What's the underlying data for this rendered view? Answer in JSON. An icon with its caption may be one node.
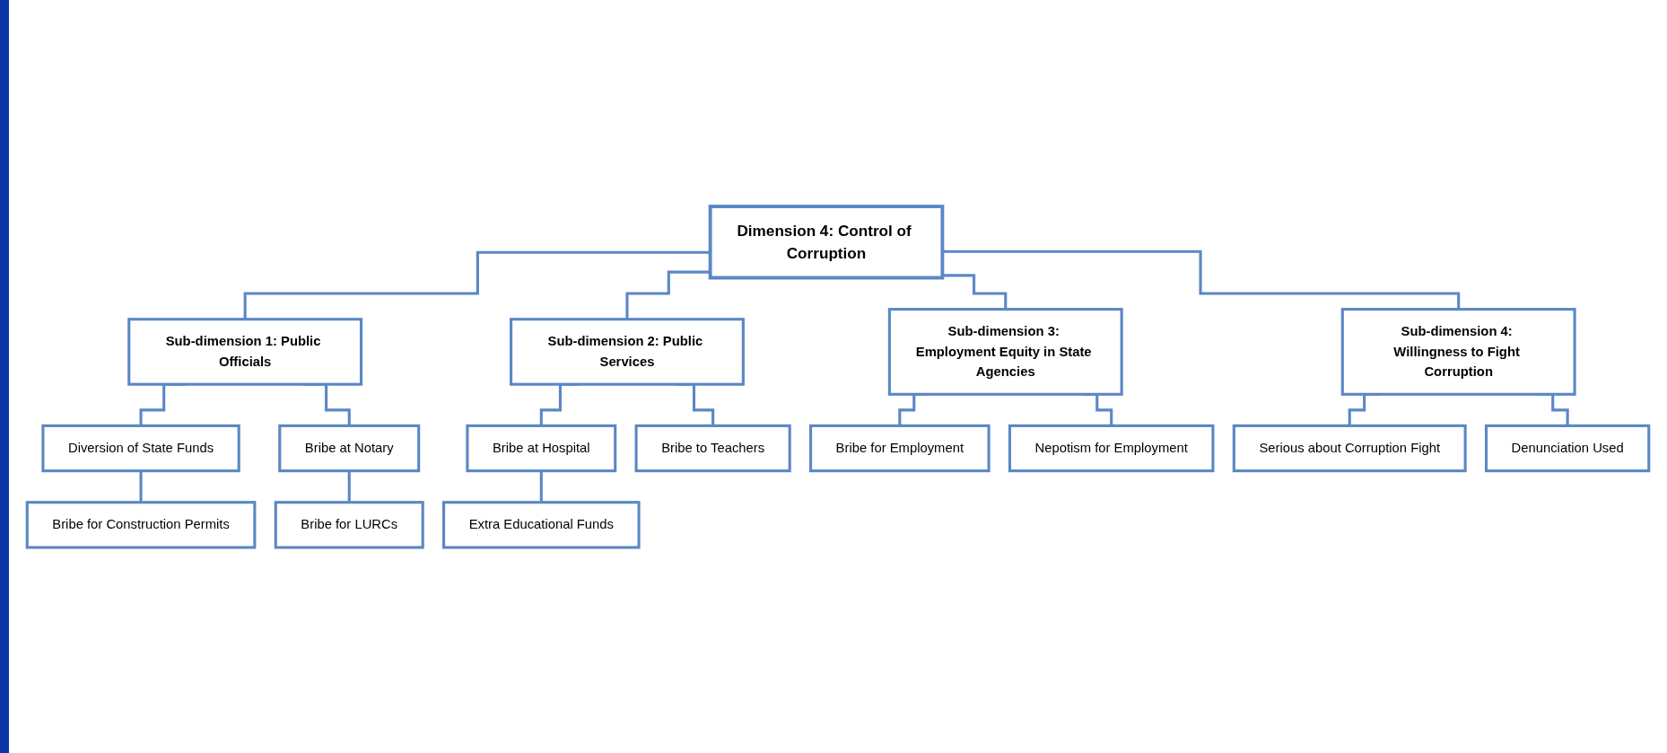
{
  "diagram": {
    "nodes": [
      {
        "text": [
          "Dimension 4: Control of Corruption"
        ]
      },
      {
        "text": [
          "Sub-dimension 1: Public Officials"
        ]
      },
      {
        "text": [
          "Sub-dimension 2: Public Services"
        ]
      },
      {
        "text": [
          "Sub-dimension 3: Employment Equity in State Agencies"
        ]
      },
      {
        "text": [
          "Sub-dimension 4: Willingness to Fight Corruption"
        ]
      },
      {
        "text": [
          "Diversion of State Funds"
        ]
      },
      {
        "text": [
          "Bribe at Notary"
        ]
      },
      {
        "text": [
          "Bribe at Hospital"
        ]
      },
      {
        "text": [
          "Bribe to Teachers"
        ]
      },
      {
        "text": [
          "Bribe for Employment"
        ]
      },
      {
        "text": [
          "Nepotism for Employment"
        ]
      },
      {
        "text": [
          "Serious about Corruption Fight"
        ]
      },
      {
        "text": [
          "Denunciation Used"
        ]
      },
      {
        "text": [
          "Bribe for Construction Permits"
        ]
      },
      {
        "text": [
          "Bribe for LURCs"
        ]
      },
      {
        "text": [
          "Extra Educational Funds"
        ]
      }
    ],
    "edges": [
      {
        "from": 0,
        "to": 1,
        "arrow": "none"
      },
      {
        "from": 0,
        "to": 2,
        "arrow": "none"
      },
      {
        "from": 0,
        "to": 3,
        "arrow": "none"
      },
      {
        "from": 0,
        "to": 4,
        "arrow": "none"
      },
      {
        "from": 1,
        "to": 5,
        "arrow": "none"
      },
      {
        "from": 1,
        "to": 6,
        "arrow": "none"
      },
      {
        "from": 2,
        "to": 7,
        "arrow": "none"
      },
      {
        "from": 2,
        "to": 8,
        "arrow": "none"
      },
      {
        "from": 3,
        "to": 9,
        "arrow": "none"
      },
      {
        "from": 3,
        "to": 10,
        "arrow": "none"
      },
      {
        "from": 4,
        "to": 11,
        "arrow": "none"
      },
      {
        "from": 4,
        "to": 12,
        "arrow": "none"
      },
      {
        "from": 5,
        "to": 13,
        "arrow": "none"
      },
      {
        "from": 6,
        "to": 14,
        "arrow": "none"
      },
      {
        "from": 7,
        "to": 15,
        "arrow": "none"
      }
    ]
  }
}
